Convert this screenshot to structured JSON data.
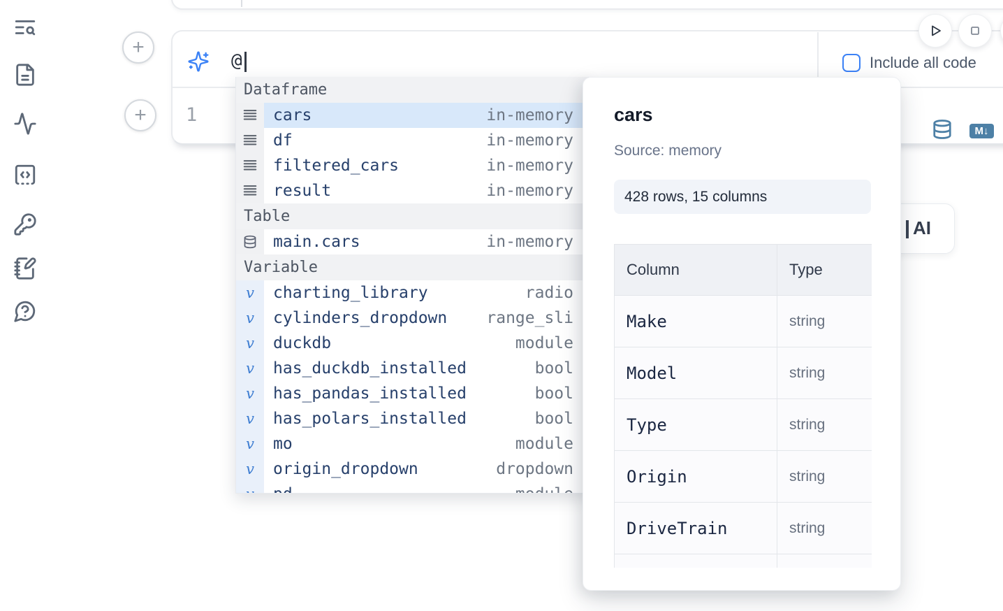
{
  "sidebar": {
    "icons": [
      "list-search",
      "file-text",
      "activity",
      "code-square",
      "key-round",
      "notebook-pen",
      "help-chat"
    ]
  },
  "toolbar": {
    "include_all_code_label": "Include all code"
  },
  "prompt": {
    "value": "@"
  },
  "editor": {
    "line_number": "1",
    "markdown_badge": "M↓"
  },
  "ai_button": {
    "visible_label": "AI"
  },
  "autocomplete": {
    "variable_glyph": "v",
    "sections": [
      {
        "label": "Dataframe",
        "items": [
          {
            "name": "cars",
            "type": "in-memory",
            "icon": "rows",
            "selected": true
          },
          {
            "name": "df",
            "type": "in-memory",
            "icon": "rows"
          },
          {
            "name": "filtered_cars",
            "type": "in-memory",
            "icon": "rows"
          },
          {
            "name": "result",
            "type": "in-memory",
            "icon": "rows"
          }
        ]
      },
      {
        "label": "Table",
        "items": [
          {
            "name": "main.cars",
            "type": "in-memory",
            "icon": "database"
          }
        ]
      },
      {
        "label": "Variable",
        "items": [
          {
            "name": "charting_library",
            "type": "radio",
            "icon": "variable"
          },
          {
            "name": "cylinders_dropdown",
            "type": "range_sli",
            "icon": "variable"
          },
          {
            "name": "duckdb",
            "type": "module",
            "icon": "variable"
          },
          {
            "name": "has_duckdb_installed",
            "type": "bool",
            "icon": "variable"
          },
          {
            "name": "has_pandas_installed",
            "type": "bool",
            "icon": "variable"
          },
          {
            "name": "has_polars_installed",
            "type": "bool",
            "icon": "variable"
          },
          {
            "name": "mo",
            "type": "module",
            "icon": "variable"
          },
          {
            "name": "origin_dropdown",
            "type": "dropdown",
            "icon": "variable"
          },
          {
            "name": "pd",
            "type": "module",
            "icon": "variable"
          }
        ]
      }
    ]
  },
  "preview": {
    "title": "cars",
    "source": "Source: memory",
    "shape_badge": "428 rows, 15 columns",
    "table": {
      "headers": [
        "Column",
        "Type"
      ],
      "rows": [
        [
          "Make",
          "string"
        ],
        [
          "Model",
          "string"
        ],
        [
          "Type",
          "string"
        ],
        [
          "Origin",
          "string"
        ],
        [
          "DriveTrain",
          "string"
        ]
      ]
    }
  },
  "colors": {
    "accent_blue": "#3c82f6",
    "steel_blue": "#4d80a6",
    "selected_row": "#d8e8fa"
  }
}
